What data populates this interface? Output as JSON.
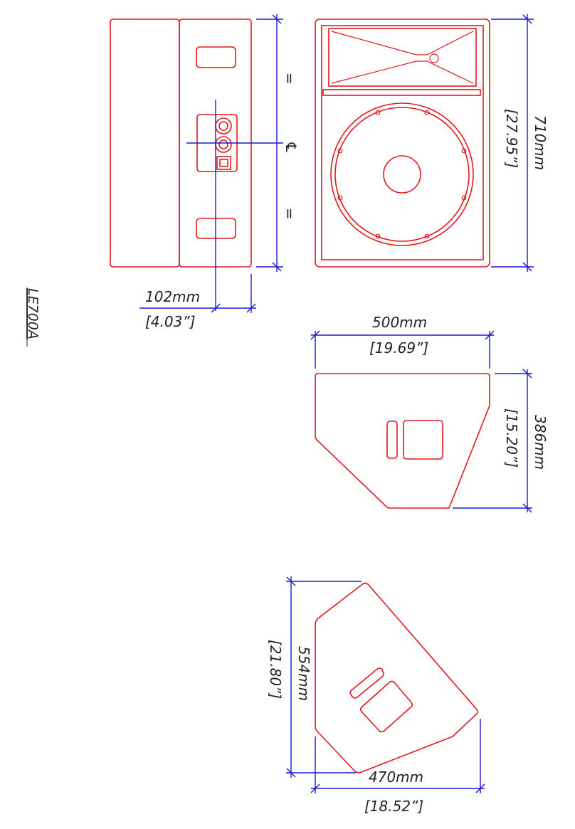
{
  "model": "LE700A",
  "dimensions": {
    "depth_top": {
      "mm": "102mm",
      "in": "[4.03”]"
    },
    "height": {
      "mm": "710mm",
      "in": "[27.95”]"
    },
    "width": {
      "mm": "500mm",
      "in": "[19.69”]"
    },
    "side_depth": {
      "mm": "386mm",
      "in": "[15.20”]"
    },
    "angled_height": {
      "mm": "554mm",
      "in": "[21.80”]"
    },
    "angled_width": {
      "mm": "470mm",
      "in": "[18.52”]"
    }
  },
  "marks": {
    "equal_upper": "=",
    "equal_lower": "=",
    "centerline": "℄"
  },
  "colors": {
    "outline": "#e0191e",
    "dimension": "#1a1ad6",
    "text": "#222222"
  }
}
